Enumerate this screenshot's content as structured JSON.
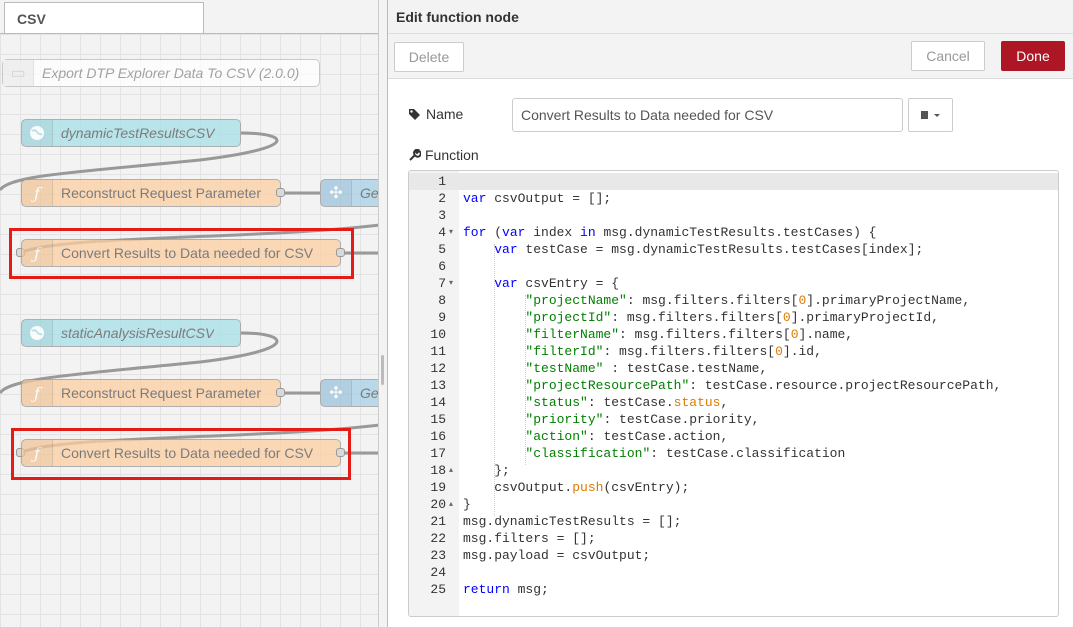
{
  "workspace": {
    "tab": "CSV",
    "nodes": {
      "comment": "Export DTP Explorer Data To CSV (2.0.0)",
      "link_in_1": "dynamicTestResultsCSV",
      "reconstruct_1": "Reconstruct Request Parameter",
      "subflow_1": "Ge",
      "convert_1": "Convert Results to Data needed for CSV",
      "link_in_2": "staticAnalysisResultCSV",
      "reconstruct_2": "Reconstruct Request Parameter",
      "subflow_2": "Ge",
      "convert_2": "Convert Results to Data needed for CSV"
    }
  },
  "tray": {
    "title": "Edit function node",
    "delete_label": "Delete",
    "cancel_label": "Cancel",
    "done_label": "Done",
    "name_label": "Name",
    "name_value": "Convert Results to Data needed for CSV",
    "function_label": "Function",
    "colors": {
      "done_bg": "#ad1625",
      "keyword": "#0000ff",
      "string": "#008000",
      "number": "#e07a00"
    }
  },
  "code": [
    {
      "n": "1",
      "fold": "",
      "active": true,
      "html": ""
    },
    {
      "n": "2",
      "fold": "",
      "html": "<span class=\"kw\">var</span> csvOutput = [];"
    },
    {
      "n": "3",
      "fold": "",
      "html": ""
    },
    {
      "n": "4",
      "fold": "▾",
      "html": "<span class=\"kw\">for</span> (<span class=\"kw\">var</span> index <span class=\"kw\">in</span> msg.dynamicTestResults.testCases) {"
    },
    {
      "n": "5",
      "fold": "",
      "html": "    <span class=\"kw\">var</span> testCase = msg.dynamicTestResults.testCases[index];"
    },
    {
      "n": "6",
      "fold": "",
      "html": ""
    },
    {
      "n": "7",
      "fold": "▾",
      "html": "    <span class=\"kw\">var</span> csvEntry = {"
    },
    {
      "n": "8",
      "fold": "",
      "html": "        <span class=\"str\">\"projectName\"</span>: msg.filters.filters[<span class=\"num\">0</span>].primaryProjectName,"
    },
    {
      "n": "9",
      "fold": "",
      "html": "        <span class=\"str\">\"projectId\"</span>: msg.filters.filters[<span class=\"num\">0</span>].primaryProjectId,"
    },
    {
      "n": "10",
      "fold": "",
      "html": "        <span class=\"str\">\"filterName\"</span>: msg.filters.filters[<span class=\"num\">0</span>].name,"
    },
    {
      "n": "11",
      "fold": "",
      "html": "        <span class=\"str\">\"filterId\"</span>: msg.filters.filters[<span class=\"num\">0</span>].id,"
    },
    {
      "n": "12",
      "fold": "",
      "html": "        <span class=\"str\">\"testName\"</span> : testCase.testName,"
    },
    {
      "n": "13",
      "fold": "",
      "html": "        <span class=\"str\">\"projectResourcePath\"</span>: testCase.resource.projectResourcePath,"
    },
    {
      "n": "14",
      "fold": "",
      "html": "        <span class=\"str\">\"status\"</span>: testCase.<span class=\"prop\">status</span>,"
    },
    {
      "n": "15",
      "fold": "",
      "html": "        <span class=\"str\">\"priority\"</span>: testCase.priority,"
    },
    {
      "n": "16",
      "fold": "",
      "html": "        <span class=\"str\">\"action\"</span>: testCase.action,"
    },
    {
      "n": "17",
      "fold": "",
      "html": "        <span class=\"str\">\"classification\"</span>: testCase.classification"
    },
    {
      "n": "18",
      "fold": "▴",
      "html": "    };"
    },
    {
      "n": "19",
      "fold": "",
      "html": "    csvOutput.<span class=\"prop\">push</span>(csvEntry);"
    },
    {
      "n": "20",
      "fold": "▴",
      "html": "}"
    },
    {
      "n": "21",
      "fold": "",
      "html": "msg.dynamicTestResults = [];"
    },
    {
      "n": "22",
      "fold": "",
      "html": "msg.filters = [];"
    },
    {
      "n": "23",
      "fold": "",
      "html": "msg.payload = csvOutput;"
    },
    {
      "n": "24",
      "fold": "",
      "html": ""
    },
    {
      "n": "25",
      "fold": "",
      "html": "<span class=\"kw\">return</span> msg;"
    }
  ]
}
